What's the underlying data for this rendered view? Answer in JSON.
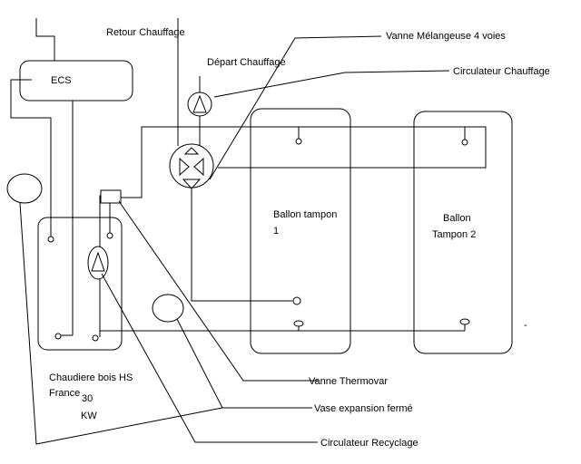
{
  "labels": {
    "retour_chauffage": "Retour Chauffage",
    "depart_chauffage": "Départ Chauffage",
    "vanne_melangeuse": "Vanne Mélangeuse 4 voies",
    "circulateur_chauffage": "Circulateur Chauffage",
    "ecs": "ECS",
    "ballon_tampon_1_line1": "Ballon tampon",
    "ballon_tampon_1_line2": "1",
    "ballon_tampon_2_line1": "Ballon",
    "ballon_tampon_2_line2": "Tampon 2",
    "chaudiere_line1": "Chaudiere bois HS",
    "chaudiere_line2": "France",
    "chaudiere_power": "30",
    "chaudiere_unit": "KW",
    "vanne_thermovar": "Vanne Thermovar",
    "vase_expansion": "Vase expansion fermé",
    "circulateur_recyclage": "Circulateur Recyclage",
    "stray_mark": "-"
  }
}
